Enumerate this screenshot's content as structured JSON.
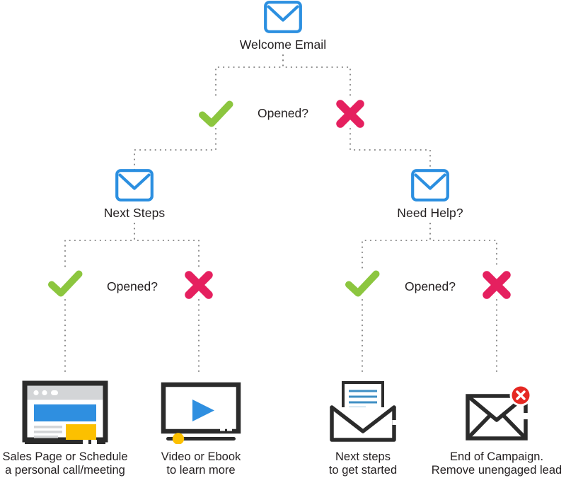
{
  "diagram": {
    "type": "email-campaign-flowchart",
    "background": "#ffffff",
    "colors": {
      "envelope_blue": "#2b8fe0",
      "check_green": "#8cc63f",
      "cross_pink": "#e5205f",
      "connector_gray": "#8a8a8a",
      "text_dark": "#231f20",
      "banner_blue": "#2f8fe0",
      "accent_yellow": "#fcc000",
      "icon_dark": "#2b2b2b",
      "badge_red": "#e52822"
    }
  },
  "root": {
    "icon": "envelope-icon",
    "label": "Welcome Email"
  },
  "decisions": {
    "level1": {
      "question": "Opened?",
      "yes_icon": "check-icon",
      "no_icon": "cross-icon"
    },
    "level2_left": {
      "question": "Opened?",
      "yes_icon": "check-icon",
      "no_icon": "cross-icon"
    },
    "level2_right": {
      "question": "Opened?",
      "yes_icon": "check-icon",
      "no_icon": "cross-icon"
    }
  },
  "branches": [
    {
      "icon": "envelope-icon",
      "label": "Next Steps"
    },
    {
      "icon": "envelope-icon",
      "label": "Need Help?"
    }
  ],
  "outcomes": [
    {
      "icon": "browser-window-icon",
      "line1": "Sales Page or Schedule",
      "line2": "a personal call/meeting"
    },
    {
      "icon": "video-player-icon",
      "line1": "Video or Ebook",
      "line2": "to learn more"
    },
    {
      "icon": "open-envelope-letter-icon",
      "line1": "Next steps",
      "line2": "to get started"
    },
    {
      "icon": "envelope-error-icon",
      "line1": "End of Campaign.",
      "line2": "Remove unengaged lead"
    }
  ]
}
